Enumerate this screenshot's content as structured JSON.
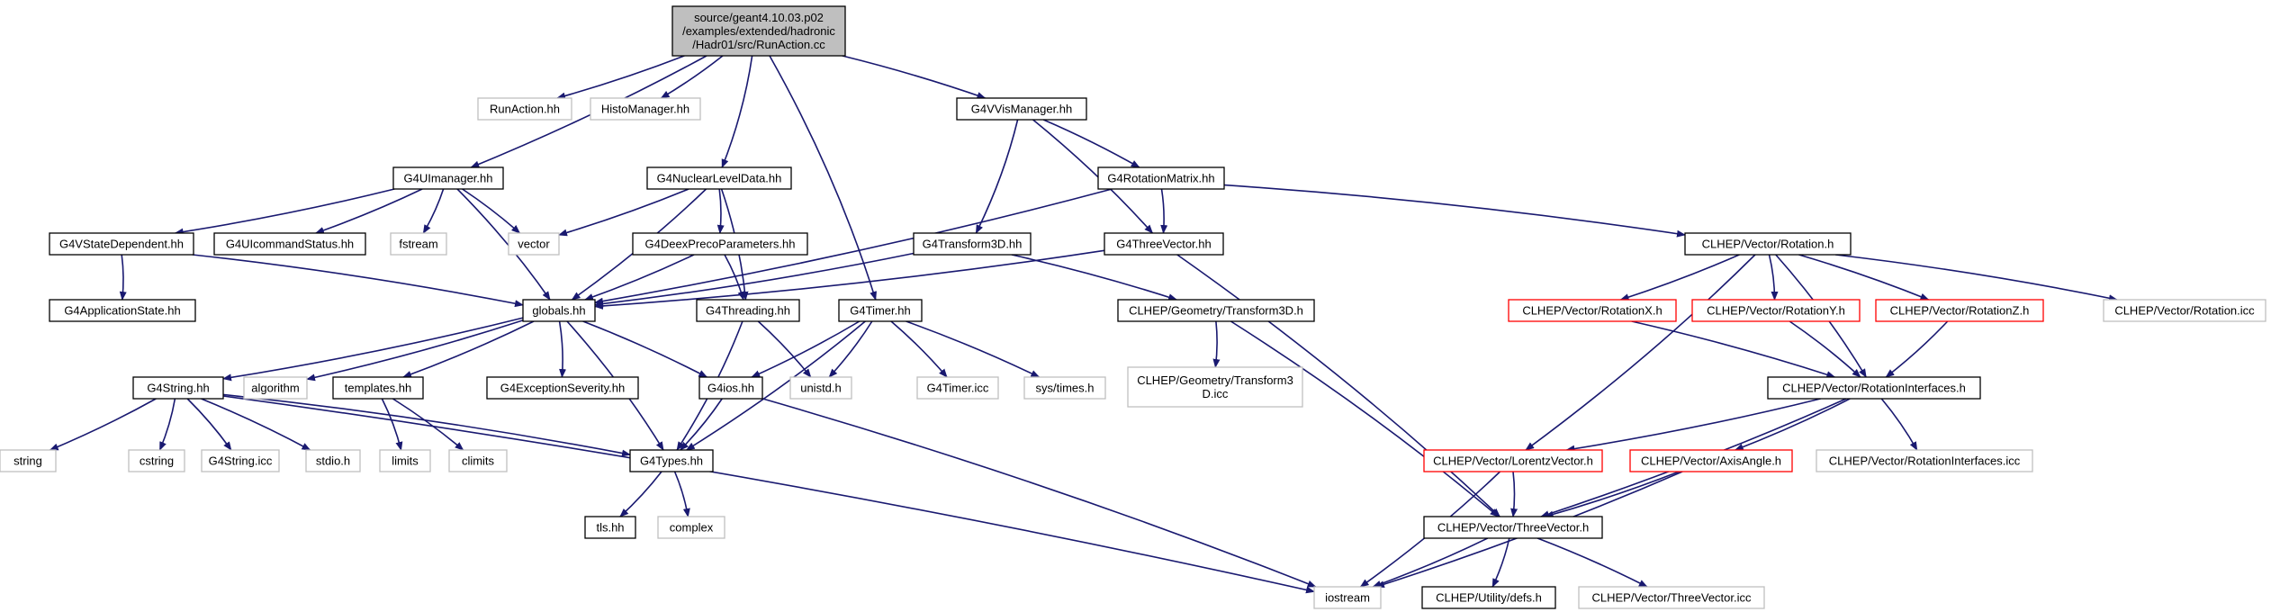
{
  "diagram": {
    "type": "include-dependency-graph",
    "colors": {
      "edge": "#191970",
      "root_fill": "#bfbfbf",
      "root_border": "#000000",
      "documented_border": "#000000",
      "external_border": "#bfbfbf",
      "truncated_border": "#ff0000",
      "background": "#ffffff"
    },
    "nodes": [
      {
        "id": "root",
        "lines": [
          "source/geant4.10.03.p02",
          "/examples/extended/hadronic",
          "/Hadr01/src/RunAction.cc"
        ],
        "style": "root"
      },
      {
        "id": "runaction_hh",
        "lines": [
          "RunAction.hh"
        ],
        "style": "external"
      },
      {
        "id": "histomanager_hh",
        "lines": [
          "HistoManager.hh"
        ],
        "style": "external"
      },
      {
        "id": "g4vvismanager_hh",
        "lines": [
          "G4VVisManager.hh"
        ],
        "style": "documented"
      },
      {
        "id": "g4uimanager_hh",
        "lines": [
          "G4UImanager.hh"
        ],
        "style": "documented"
      },
      {
        "id": "g4nuclearleveldata_hh",
        "lines": [
          "G4NuclearLevelData.hh"
        ],
        "style": "documented"
      },
      {
        "id": "g4rotationmatrix_hh",
        "lines": [
          "G4RotationMatrix.hh"
        ],
        "style": "documented"
      },
      {
        "id": "g4vstatedependent_hh",
        "lines": [
          "G4VStateDependent.hh"
        ],
        "style": "documented"
      },
      {
        "id": "g4uicommandstatus_hh",
        "lines": [
          "G4UIcommandStatus.hh"
        ],
        "style": "documented"
      },
      {
        "id": "fstream",
        "lines": [
          "fstream"
        ],
        "style": "external"
      },
      {
        "id": "vector",
        "lines": [
          "vector"
        ],
        "style": "external"
      },
      {
        "id": "g4deexpreco_hh",
        "lines": [
          "G4DeexPrecoParameters.hh"
        ],
        "style": "documented"
      },
      {
        "id": "g4transform3d_hh",
        "lines": [
          "G4Transform3D.hh"
        ],
        "style": "documented"
      },
      {
        "id": "g4threevector_hh",
        "lines": [
          "G4ThreeVector.hh"
        ],
        "style": "documented"
      },
      {
        "id": "clhep_rotation_h",
        "lines": [
          "CLHEP/Vector/Rotation.h"
        ],
        "style": "documented"
      },
      {
        "id": "g4applicationstate_hh",
        "lines": [
          "G4ApplicationState.hh"
        ],
        "style": "documented"
      },
      {
        "id": "globals_hh",
        "lines": [
          "globals.hh"
        ],
        "style": "documented"
      },
      {
        "id": "g4threading_hh",
        "lines": [
          "G4Threading.hh"
        ],
        "style": "documented"
      },
      {
        "id": "g4timer_hh",
        "lines": [
          "G4Timer.hh"
        ],
        "style": "documented"
      },
      {
        "id": "clhep_transform3d_h",
        "lines": [
          "CLHEP/Geometry/Transform3D.h"
        ],
        "style": "documented"
      },
      {
        "id": "clhep_rotationx_h",
        "lines": [
          "CLHEP/Vector/RotationX.h"
        ],
        "style": "truncated"
      },
      {
        "id": "clhep_rotationy_h",
        "lines": [
          "CLHEP/Vector/RotationY.h"
        ],
        "style": "truncated"
      },
      {
        "id": "clhep_rotationz_h",
        "lines": [
          "CLHEP/Vector/RotationZ.h"
        ],
        "style": "truncated"
      },
      {
        "id": "clhep_rotation_icc",
        "lines": [
          "CLHEP/Vector/Rotation.icc"
        ],
        "style": "external"
      },
      {
        "id": "g4string_hh",
        "lines": [
          "G4String.hh"
        ],
        "style": "documented"
      },
      {
        "id": "algorithm",
        "lines": [
          "algorithm"
        ],
        "style": "external"
      },
      {
        "id": "templates_hh",
        "lines": [
          "templates.hh"
        ],
        "style": "documented"
      },
      {
        "id": "g4exceptionseverity_hh",
        "lines": [
          "G4ExceptionSeverity.hh"
        ],
        "style": "documented"
      },
      {
        "id": "g4ios_hh",
        "lines": [
          "G4ios.hh"
        ],
        "style": "documented"
      },
      {
        "id": "unistd_h",
        "lines": [
          "unistd.h"
        ],
        "style": "external"
      },
      {
        "id": "g4timer_icc",
        "lines": [
          "G4Timer.icc"
        ],
        "style": "external"
      },
      {
        "id": "sys_times_h",
        "lines": [
          "sys/times.h"
        ],
        "style": "external"
      },
      {
        "id": "clhep_transform3d_icc",
        "lines": [
          "CLHEP/Geometry/Transform3",
          "D.icc"
        ],
        "style": "external"
      },
      {
        "id": "clhep_rotationinterfaces_h",
        "lines": [
          "CLHEP/Vector/RotationInterfaces.h"
        ],
        "style": "documented"
      },
      {
        "id": "string",
        "lines": [
          "string"
        ],
        "style": "external"
      },
      {
        "id": "cstring",
        "lines": [
          "cstring"
        ],
        "style": "external"
      },
      {
        "id": "g4string_icc",
        "lines": [
          "G4String.icc"
        ],
        "style": "external"
      },
      {
        "id": "stdio_h",
        "lines": [
          "stdio.h"
        ],
        "style": "external"
      },
      {
        "id": "limits",
        "lines": [
          "limits"
        ],
        "style": "external"
      },
      {
        "id": "climits",
        "lines": [
          "climits"
        ],
        "style": "external"
      },
      {
        "id": "g4types_hh",
        "lines": [
          "G4Types.hh"
        ],
        "style": "documented"
      },
      {
        "id": "clhep_lorentzvector_h",
        "lines": [
          "CLHEP/Vector/LorentzVector.h"
        ],
        "style": "truncated"
      },
      {
        "id": "clhep_axisangle_h",
        "lines": [
          "CLHEP/Vector/AxisAngle.h"
        ],
        "style": "truncated"
      },
      {
        "id": "clhep_rotationinterfaces_icc",
        "lines": [
          "CLHEP/Vector/RotationInterfaces.icc"
        ],
        "style": "external"
      },
      {
        "id": "tls_hh",
        "lines": [
          "tls.hh"
        ],
        "style": "documented"
      },
      {
        "id": "complex",
        "lines": [
          "complex"
        ],
        "style": "external"
      },
      {
        "id": "clhep_threevector_h",
        "lines": [
          "CLHEP/Vector/ThreeVector.h"
        ],
        "style": "documented"
      },
      {
        "id": "iostream",
        "lines": [
          "iostream"
        ],
        "style": "external"
      },
      {
        "id": "clhep_defs_h",
        "lines": [
          "CLHEP/Utility/defs.h"
        ],
        "style": "documented"
      },
      {
        "id": "clhep_threevector_icc",
        "lines": [
          "CLHEP/Vector/ThreeVector.icc"
        ],
        "style": "external"
      }
    ],
    "edges": [
      [
        "root",
        "runaction_hh"
      ],
      [
        "root",
        "histomanager_hh"
      ],
      [
        "root",
        "g4vvismanager_hh"
      ],
      [
        "root",
        "g4uimanager_hh"
      ],
      [
        "root",
        "g4nuclearleveldata_hh"
      ],
      [
        "root",
        "g4timer_hh"
      ],
      [
        "g4vvismanager_hh",
        "g4transform3d_hh"
      ],
      [
        "g4vvismanager_hh",
        "g4threevector_hh"
      ],
      [
        "g4vvismanager_hh",
        "g4rotationmatrix_hh"
      ],
      [
        "g4uimanager_hh",
        "g4vstatedependent_hh"
      ],
      [
        "g4uimanager_hh",
        "g4uicommandstatus_hh"
      ],
      [
        "g4uimanager_hh",
        "fstream"
      ],
      [
        "g4uimanager_hh",
        "vector"
      ],
      [
        "g4uimanager_hh",
        "globals_hh"
      ],
      [
        "g4nuclearleveldata_hh",
        "vector"
      ],
      [
        "g4nuclearleveldata_hh",
        "globals_hh"
      ],
      [
        "g4nuclearleveldata_hh",
        "g4deexpreco_hh"
      ],
      [
        "g4nuclearleveldata_hh",
        "g4threading_hh"
      ],
      [
        "g4rotationmatrix_hh",
        "globals_hh"
      ],
      [
        "g4rotationmatrix_hh",
        "g4threevector_hh"
      ],
      [
        "g4rotationmatrix_hh",
        "clhep_rotation_h"
      ],
      [
        "g4vstatedependent_hh",
        "g4applicationstate_hh"
      ],
      [
        "g4vstatedependent_hh",
        "globals_hh"
      ],
      [
        "g4deexpreco_hh",
        "globals_hh"
      ],
      [
        "g4deexpreco_hh",
        "g4threading_hh"
      ],
      [
        "g4transform3d_hh",
        "globals_hh"
      ],
      [
        "g4transform3d_hh",
        "clhep_transform3d_h"
      ],
      [
        "g4threevector_hh",
        "globals_hh"
      ],
      [
        "g4threevector_hh",
        "clhep_threevector_h"
      ],
      [
        "clhep_rotation_h",
        "clhep_rotationx_h"
      ],
      [
        "clhep_rotation_h",
        "clhep_rotationy_h"
      ],
      [
        "clhep_rotation_h",
        "clhep_rotationz_h"
      ],
      [
        "clhep_rotation_h",
        "clhep_rotation_icc"
      ],
      [
        "clhep_rotation_h",
        "clhep_rotationinterfaces_h"
      ],
      [
        "clhep_rotation_h",
        "clhep_lorentzvector_h"
      ],
      [
        "globals_hh",
        "g4string_hh"
      ],
      [
        "globals_hh",
        "algorithm"
      ],
      [
        "globals_hh",
        "templates_hh"
      ],
      [
        "globals_hh",
        "g4exceptionseverity_hh"
      ],
      [
        "globals_hh",
        "g4ios_hh"
      ],
      [
        "globals_hh",
        "g4types_hh"
      ],
      [
        "g4threading_hh",
        "g4types_hh"
      ],
      [
        "g4threading_hh",
        "unistd_h"
      ],
      [
        "g4timer_hh",
        "g4ios_hh"
      ],
      [
        "g4timer_hh",
        "unistd_h"
      ],
      [
        "g4timer_hh",
        "g4timer_icc"
      ],
      [
        "g4timer_hh",
        "sys_times_h"
      ],
      [
        "g4timer_hh",
        "g4types_hh"
      ],
      [
        "clhep_transform3d_h",
        "clhep_transform3d_icc"
      ],
      [
        "clhep_transform3d_h",
        "clhep_threevector_h"
      ],
      [
        "clhep_rotationx_h",
        "clhep_rotationinterfaces_h"
      ],
      [
        "clhep_rotationy_h",
        "clhep_rotationinterfaces_h"
      ],
      [
        "clhep_rotationz_h",
        "clhep_rotationinterfaces_h"
      ],
      [
        "g4string_hh",
        "string"
      ],
      [
        "g4string_hh",
        "cstring"
      ],
      [
        "g4string_hh",
        "g4string_icc"
      ],
      [
        "g4string_hh",
        "stdio_h"
      ],
      [
        "g4string_hh",
        "g4types_hh"
      ],
      [
        "g4string_hh",
        "iostream"
      ],
      [
        "templates_hh",
        "limits"
      ],
      [
        "templates_hh",
        "climits"
      ],
      [
        "g4ios_hh",
        "g4types_hh"
      ],
      [
        "g4ios_hh",
        "iostream"
      ],
      [
        "clhep_rotationinterfaces_h",
        "clhep_lorentzvector_h"
      ],
      [
        "clhep_rotationinterfaces_h",
        "clhep_axisangle_h"
      ],
      [
        "clhep_rotationinterfaces_h",
        "clhep_rotationinterfaces_icc"
      ],
      [
        "clhep_rotationinterfaces_h",
        "clhep_threevector_h"
      ],
      [
        "g4types_hh",
        "tls_hh"
      ],
      [
        "g4types_hh",
        "complex"
      ],
      [
        "clhep_lorentzvector_h",
        "clhep_threevector_h"
      ],
      [
        "clhep_lorentzvector_h",
        "iostream"
      ],
      [
        "clhep_axisangle_h",
        "clhep_threevector_h"
      ],
      [
        "clhep_axisangle_h",
        "iostream"
      ],
      [
        "clhep_threevector_h",
        "iostream"
      ],
      [
        "clhep_threevector_h",
        "clhep_defs_h"
      ],
      [
        "clhep_threevector_h",
        "clhep_threevector_icc"
      ]
    ]
  }
}
